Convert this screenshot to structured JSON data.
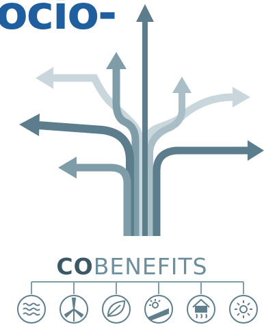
{
  "heading": {
    "text": "ocio-",
    "color": "#1f5fa0"
  },
  "brand": {
    "prefix": "CO",
    "suffix": "BENEFITS"
  },
  "colors": {
    "dark": "#5c7d8c",
    "mid": "#7f9ca9",
    "light": "#c9d6db",
    "icon": "#5f7f8d"
  },
  "icons": [
    "waves-icon",
    "wind-turbine-icon",
    "leaf-icon",
    "solar-panel-icon",
    "heated-house-icon",
    "sun-icon"
  ]
}
